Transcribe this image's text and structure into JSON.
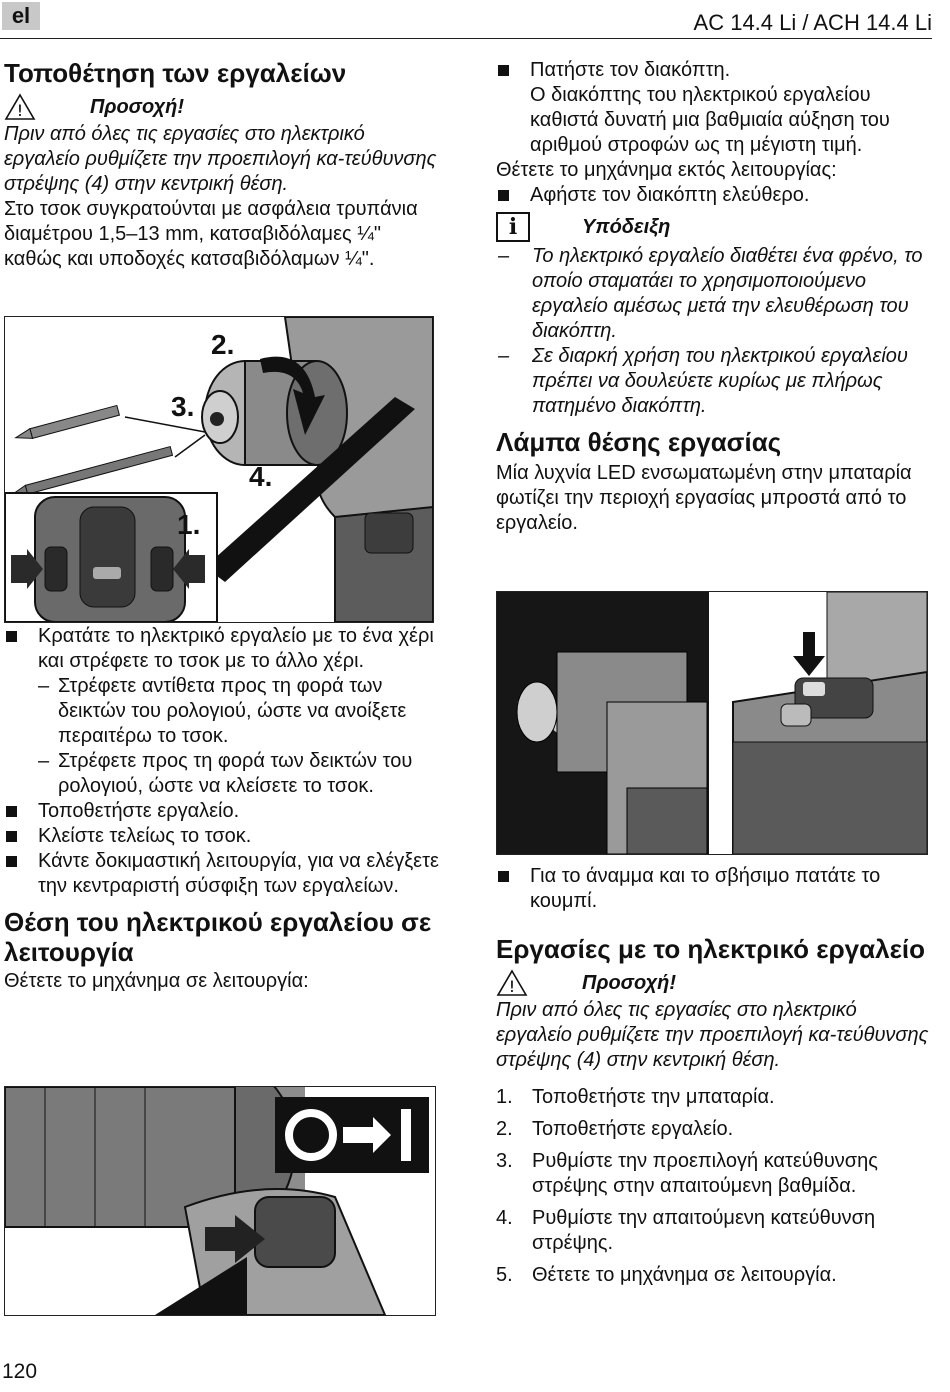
{
  "header": {
    "lang": "el",
    "doc_title": "AC 14.4 Li / ACH 14.4 Li"
  },
  "page_number": "120",
  "left": {
    "s1_title": "Τοποθέτηση των εργαλείων",
    "warn1_title": "Προσοχή!",
    "warn1_text": "Πριν από όλες τις εργασίες στο ηλεκτρικό εργαλείο ρυθμίζετε την προεπιλογή κα-τεύθυνσης στρέψης (4) στην κεντρική θέση.",
    "p1": "Στο τσοκ συγκρατούνται με ασφάλεια τρυπάνια διαμέτρου 1,5–13 mm, κατσαβιδόλαμες ¼\" καθώς και υποδοχές κατσαβιδόλαμων ¼\".",
    "fig1_labels": [
      "1.",
      "2.",
      "3.",
      "4."
    ],
    "b1": "Κρατάτε το ηλεκτρικό εργαλείο με το ένα χέρι και στρέφετε το τσοκ με το άλλο χέρι.",
    "b1_sub": [
      "Στρέφετε αντίθετα προς τη φορά των δεικτών του ρολογιού, ώστε να ανοίξετε περαιτέρω το τσοκ.",
      "Στρέφετε προς τη φορά των δεικτών του ρολογιού, ώστε να κλείσετε το τσοκ."
    ],
    "b2": "Τοποθετήστε εργαλείο.",
    "b3": "Κλείστε τελείως το τσοκ.",
    "b4": "Κάντε δοκιμαστική λειτουργία, για να ελέγξετε την κεντραριστή σύσφιξη των εργαλείων.",
    "s2_title": "Θέση του ηλεκτρικού εργαλείου σε λειτουργία",
    "s2_p": "Θέτετε το μηχάνημα σε λειτουργία:"
  },
  "right": {
    "b1": "Πατήστε τον διακόπτη.",
    "b1_cont": "Ο διακόπτης του ηλεκτρικού εργαλείου καθιστά δυνατή μια βαθμιαία αύξηση του αριθμού στροφών ως τη μέγιστη τιμή.",
    "off_p": "Θέτετε το μηχάνημα εκτός λειτουργίας:",
    "b2": "Αφήστε τον διακόπτη ελεύθερο.",
    "note_title": "Υπόδειξη",
    "note_icon": "i",
    "note_items": [
      "Το ηλεκτρικό εργαλείο διαθέτει ένα φρένο, το οποίο σταματάει το χρησιμοποιούμενο εργαλείο αμέσως μετά την ελευθέρωση του διακόπτη.",
      "Σε διαρκή χρήση του ηλεκτρικού εργαλείου πρέπει να δουλεύετε κυρίως με πλήρως πατημένο διακόπτη."
    ],
    "s3_title": "Λάμπα θέσης εργασίας",
    "s3_p": "Μία λυχνία LED ενσωματωμένη στην μπαταρία φωτίζει την περιοχή εργασίας μπροστά από το εργαλείο.",
    "b3": "Για το άναμμα και το σβήσιμο πατάτε το κουμπί.",
    "s4_title": "Εργασίες με το ηλεκτρικό εργαλείο",
    "warn2_title": "Προσοχή!",
    "warn2_text": "Πριν από όλες τις εργασίες στο ηλεκτρικό εργαλείο ρυθμίζετε την προεπιλογή κα-τεύθυνσης στρέψης (4) στην κεντρική θέση.",
    "steps": [
      {
        "n": "1.",
        "text": "Τοποθετήστε την μπαταρία."
      },
      {
        "n": "2.",
        "text": "Τοποθετήστε εργαλείο."
      },
      {
        "n": "3.",
        "text": "Ρυθμίστε την προεπιλογή κατεύθυνσης στρέψης στην απαιτούμενη βαθμίδα."
      },
      {
        "n": "4.",
        "text": "Ρυθμίστε την απαιτούμενη κατεύθυνση στρέψης."
      },
      {
        "n": "5.",
        "text": "Θέτετε το μηχάνημα σε λειτουργία."
      }
    ]
  }
}
